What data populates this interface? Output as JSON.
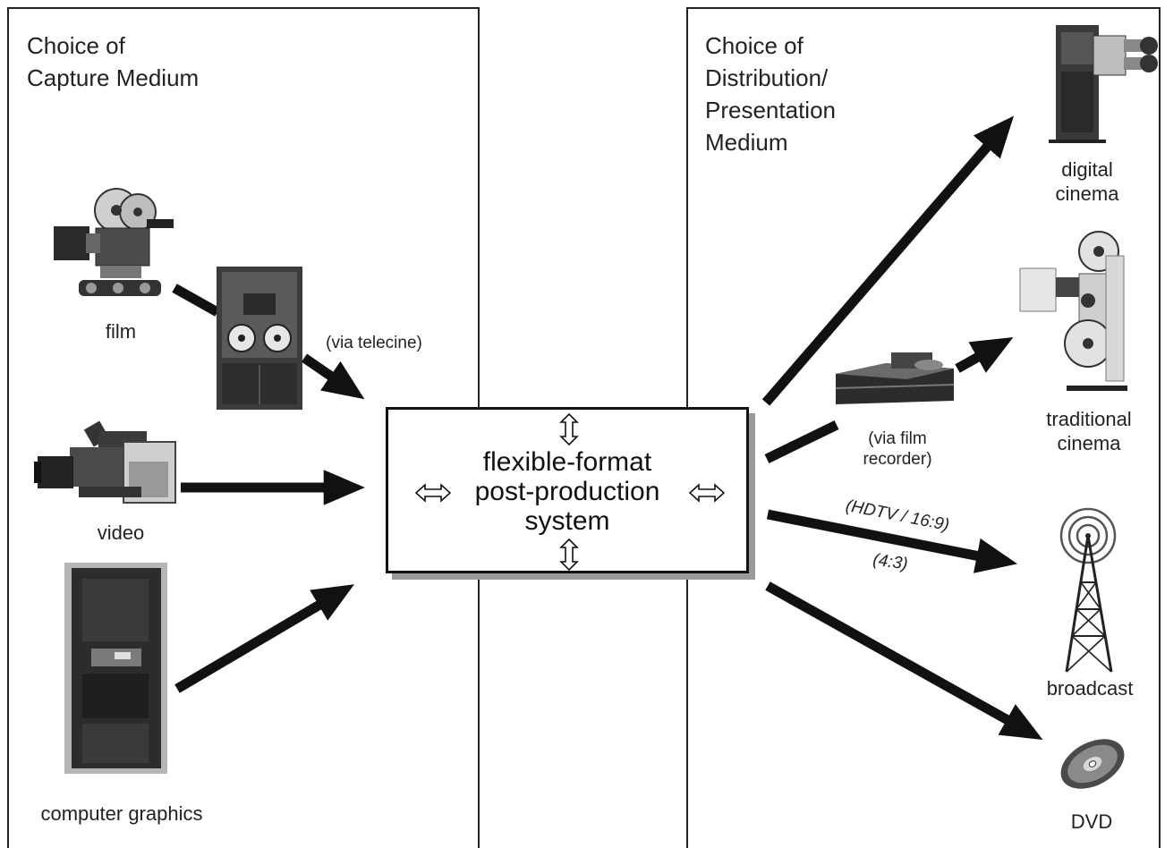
{
  "left_panel": {
    "title": "Choice of\nCapture Medium"
  },
  "right_panel": {
    "title": "Choice of\nDistribution/\nPresentation\nMedium"
  },
  "center": {
    "text": "flexible-format\npost-production\nsystem"
  },
  "inputs": {
    "film": "film",
    "video": "video",
    "computer_graphics": "computer graphics",
    "telecine_note": "(via telecine)"
  },
  "outputs": {
    "digital_cinema": "digital\ncinema",
    "traditional_cinema": "traditional\ncinema",
    "broadcast": "broadcast",
    "dvd": "DVD",
    "film_recorder_note": "(via film\nrecorder)",
    "hdtv_note": "(HDTV / 16:9)",
    "sd_note": "(4:3)"
  },
  "icons": {
    "film_camera": "film-camera-icon",
    "telecine": "telecine-machine-icon",
    "video_camera": "video-camera-icon",
    "computer": "computer-tower-icon",
    "digital_projector": "digital-projector-icon",
    "film_recorder": "film-recorder-icon",
    "film_projector": "film-projector-icon",
    "broadcast_tower": "broadcast-tower-icon",
    "dvd": "dvd-disc-icon"
  }
}
